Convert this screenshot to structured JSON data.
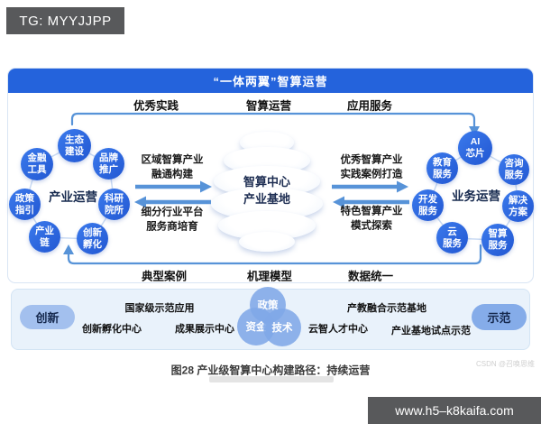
{
  "tg_badge": {
    "text": "TG: MYYJJPP"
  },
  "site_badge": {
    "text": "www.h5–k8kaifa.com"
  },
  "banner": {
    "title": "“一体两翼”智算运营"
  },
  "top_labels": [
    "优秀实践",
    "智算运营",
    "应用服务"
  ],
  "bottom_labels": [
    "典型案例",
    "机理模型",
    "数据统一"
  ],
  "left_cluster": {
    "label": "产业运营",
    "nodes": [
      "生态\n建设",
      "品牌\n推广",
      "金融\n工具",
      "政策\n指引",
      "科研\n院所",
      "产业\n链",
      "创新\n孵化"
    ]
  },
  "right_cluster": {
    "label": "业务运营",
    "nodes": [
      "AI\n芯片",
      "教育\n服务",
      "咨询\n服务",
      "开发\n服务",
      "解决\n方案",
      "云\n服务",
      "智算\n服务"
    ]
  },
  "center": {
    "title": "智算中心\n产业基地"
  },
  "flows": {
    "left_out": "区域智算产业\n融通构建",
    "left_in": "细分行业平台\n服务商培育",
    "right_out": "优秀智算产业\n实践案例打造",
    "right_in": "特色智算产业\n模式探索"
  },
  "timeline": {
    "start_pill": "创新",
    "end_pill": "示范",
    "above": [
      "国家级示范应用",
      "产教融合示范基地"
    ],
    "below": [
      "创新孵化中心",
      "成果展示中心",
      "云智人才中心",
      "产业基地试点示范"
    ],
    "venn": [
      "政策",
      "资金",
      "技术"
    ]
  },
  "caption": {
    "text": "图28  产业级智算中心构建路径：持续运营"
  },
  "watermark": {
    "text": "CSDN @召唤思维"
  },
  "colors": {
    "banner_blue": "#2463dc",
    "node_blue": "#2e6ce2",
    "arrow_blue": "#5793d8",
    "box_bg": "#e9f2fb",
    "badge_gray": "#58595b"
  }
}
